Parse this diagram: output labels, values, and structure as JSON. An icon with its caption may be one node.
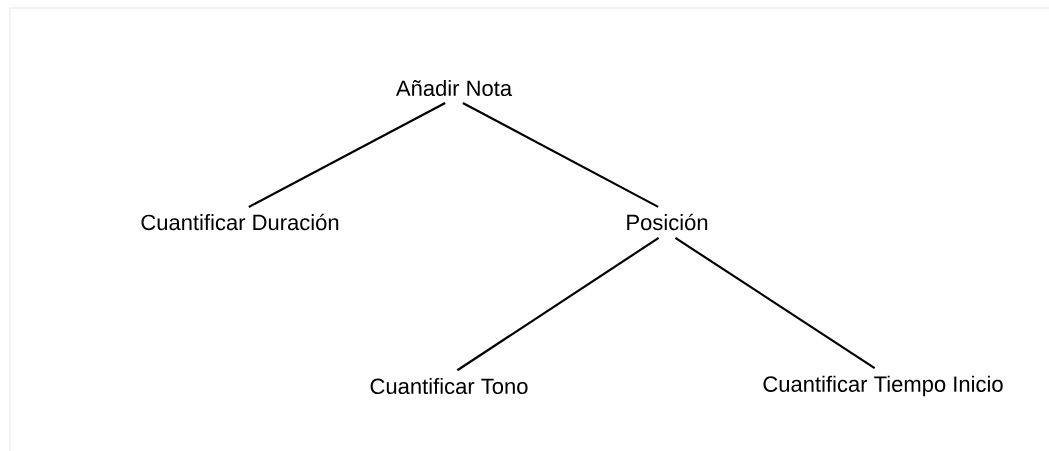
{
  "diagram": {
    "nodes": [
      {
        "text": [
          "Añadir Nota"
        ]
      },
      {
        "text": [
          "Cuantificar Duración"
        ]
      },
      {
        "text": [
          "Posición"
        ]
      },
      {
        "text": [
          "Cuantificar Tono"
        ]
      },
      {
        "text": [
          "Cuantificar Tiempo Inicio"
        ]
      }
    ],
    "edges": [
      {
        "from": 0,
        "to": 1,
        "arrow": "none"
      },
      {
        "from": 0,
        "to": 2,
        "arrow": "none"
      },
      {
        "from": 2,
        "to": 3,
        "arrow": "none"
      },
      {
        "from": 2,
        "to": 4,
        "arrow": "none"
      }
    ]
  }
}
